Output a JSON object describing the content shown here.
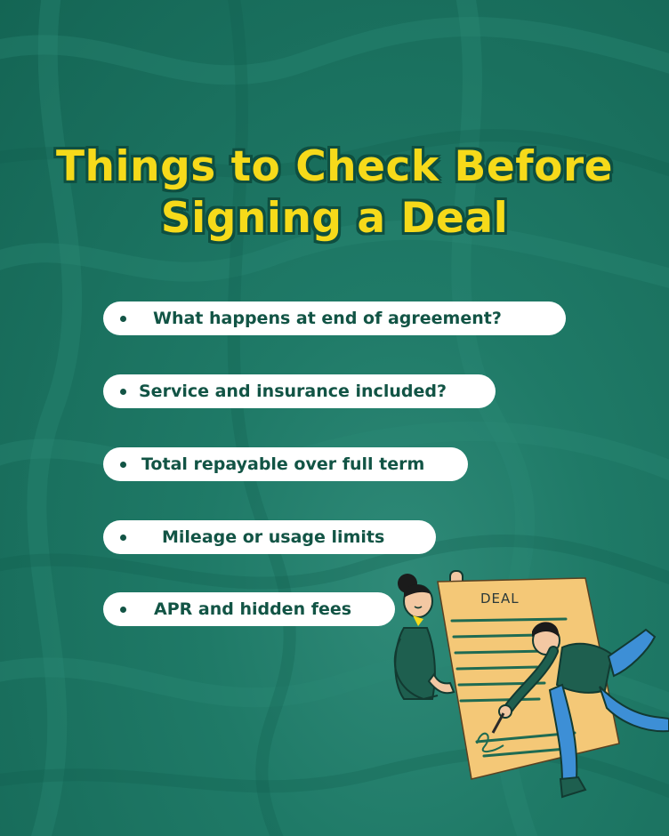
{
  "title": {
    "line1": "Things to Check Before",
    "line2": "Signing a Deal"
  },
  "checklist": {
    "items": [
      {
        "text": "What happens at end of agreement?"
      },
      {
        "text": "Service and insurance included?"
      },
      {
        "text": "Total repayable over full term"
      },
      {
        "text": "Mileage or usage limits"
      },
      {
        "text": "APR and hidden fees"
      }
    ]
  },
  "illustration": {
    "document_label": "DEAL"
  },
  "colors": {
    "background": "#1f7a67",
    "title_fill": "#f6da1a",
    "title_outline": "#0e4f40",
    "pill_background": "#ffffff",
    "pill_text": "#125445",
    "document": "#f4c877"
  }
}
